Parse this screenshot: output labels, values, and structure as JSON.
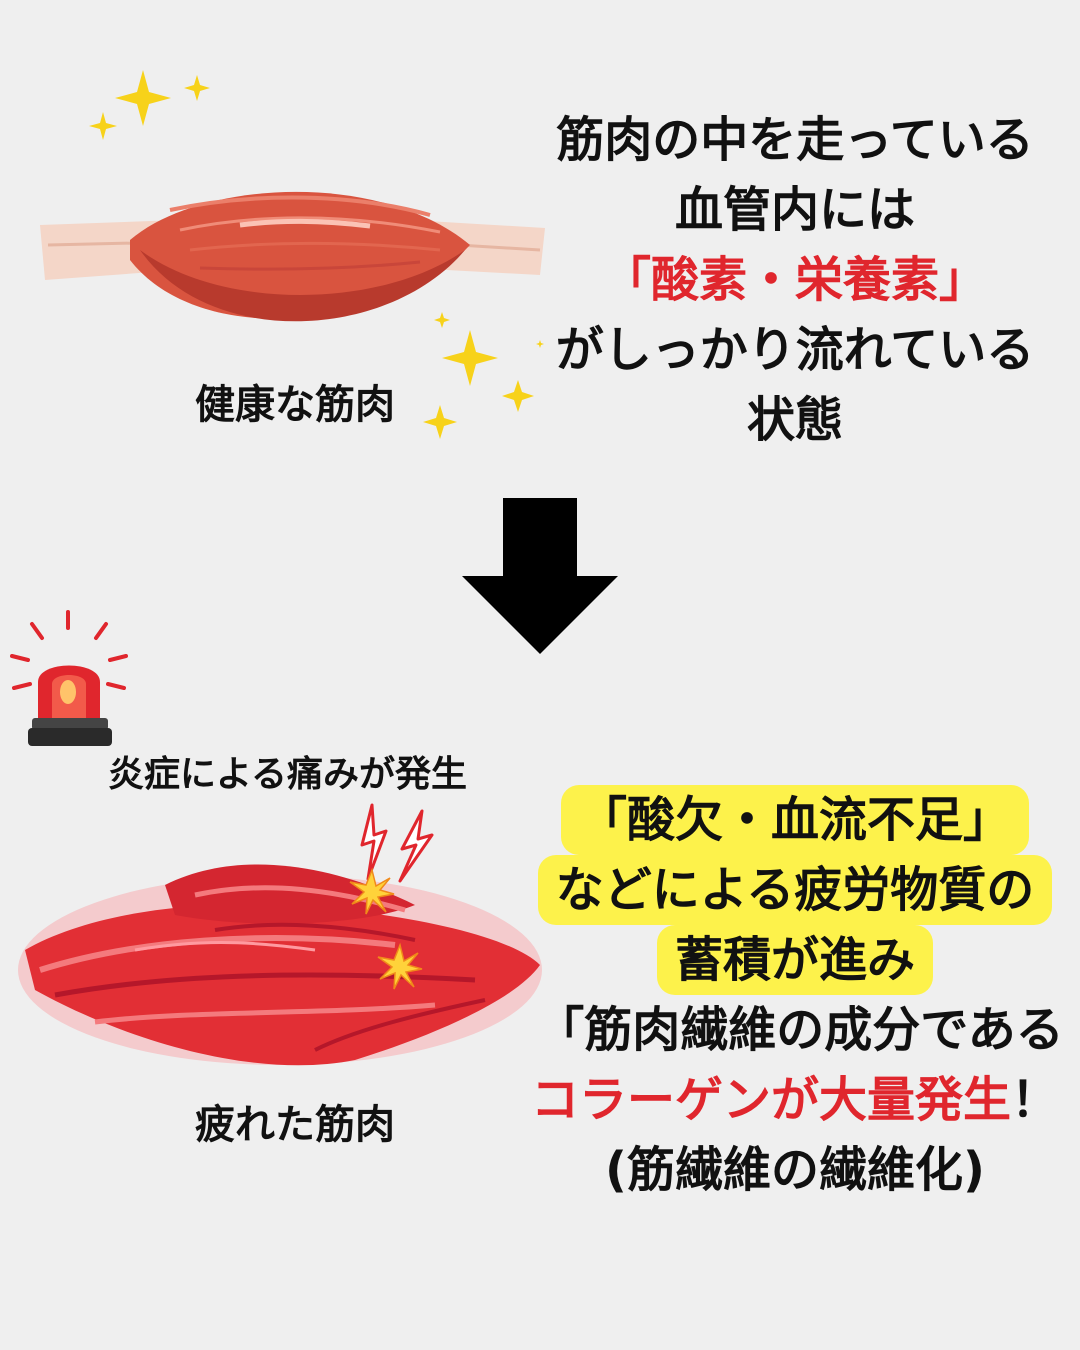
{
  "top": {
    "caption": "健康な筋肉",
    "line1": "筋肉の中を走っている",
    "line2": "血管内には",
    "line3": "「酸素・栄養素」",
    "line4": "がしっかり流れている",
    "line5": "状態"
  },
  "bottom": {
    "warning": "炎症による痛みが発生",
    "caption": "疲れた筋肉",
    "hl1": "「酸欠・血流不足」",
    "hl2": "などによる疲労物質の",
    "hl3": "蓄積が進み",
    "line4": "「筋肉繊維の成分である",
    "line5_red": "コラーゲンが大量発生",
    "line5_end": "！",
    "line6": "(筋繊維の繊維化)"
  },
  "icons": {
    "sparkle": "sparkle-icon",
    "arrow": "down-arrow-icon",
    "siren": "siren-icon",
    "lightning": "lightning-icon",
    "pain": "pain-burst-icon"
  },
  "colors": {
    "background": "#efefef",
    "accent_red": "#e0262d",
    "highlight": "#fdf24b",
    "sparkle": "#f7d21a"
  }
}
